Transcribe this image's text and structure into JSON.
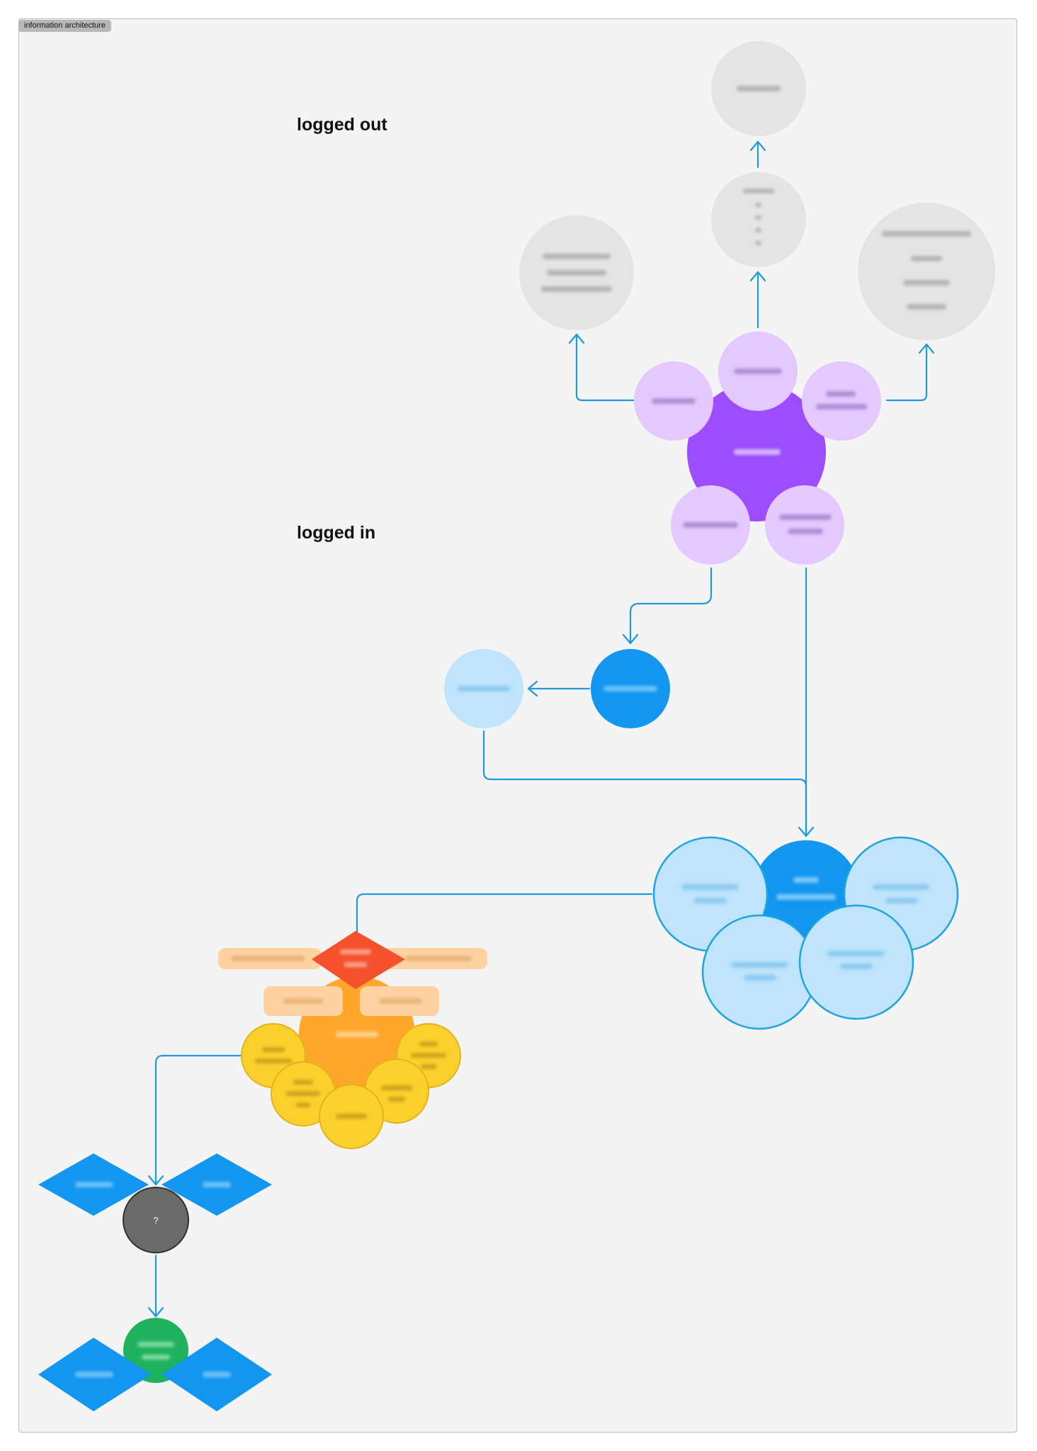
{
  "frame": {
    "title": "information architecture"
  },
  "sections": {
    "logged_out": "logged out",
    "logged_in": "logged in"
  },
  "colors": {
    "canvas": "#f4f4f4",
    "connector": "#1e9be0",
    "grey_node": "#e4e4e4",
    "purple_hub": "#9b4dff",
    "purple_node": "#e3c9ff",
    "blue": "#1296f0",
    "light_blue": "#bfe4fb",
    "orange": "#ffa62b",
    "yellow": "#fcd02c",
    "red": "#f4512c",
    "peach": "#ffd2a1",
    "dark_grey": "#6b6b6b",
    "green": "#1fb25c"
  },
  "decision_node": {
    "label": "?"
  }
}
